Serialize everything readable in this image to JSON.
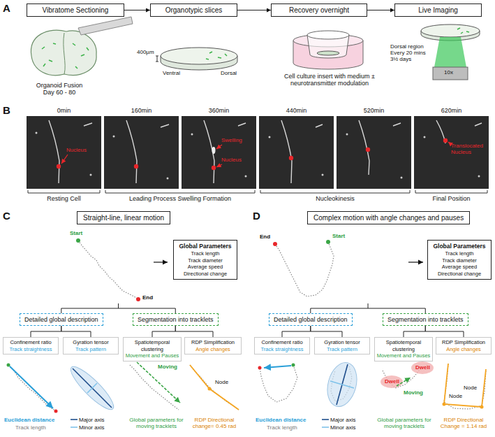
{
  "diagram": {
    "nodes": [
      {
        "text": [
          "Vibratome Sectioning"
        ]
      },
      {
        "text": [
          "Organotypic slices"
        ]
      },
      {
        "text": [
          "Recovery overnight"
        ]
      },
      {
        "text": [
          "Live Imaging"
        ]
      },
      {
        "text": [
          "Straight-line, linear motion"
        ]
      },
      {
        "text": [
          "Global Parameters",
          "Track length",
          "Track diameter",
          "Average speed",
          "Directional change"
        ]
      },
      {
        "text": [
          "Detailed global description"
        ]
      },
      {
        "text": [
          "Segmentation into tracklets"
        ]
      },
      {
        "text": [
          "Confinement ratio",
          "Track straightness"
        ]
      },
      {
        "text": [
          "Gyration tensor",
          "Track pattern"
        ]
      },
      {
        "text": [
          "Spatiotemporal clustering",
          "Movement and Pauses"
        ]
      },
      {
        "text": [
          "RDP Simplification",
          "Angle changes"
        ]
      },
      {
        "text": [
          "Complex motion with angle changes and pauses"
        ]
      },
      {
        "text": [
          "Global Parameters",
          "Track length",
          "Track diameter",
          "Average speed",
          "Directional change"
        ]
      },
      {
        "text": [
          "Detailed global description"
        ]
      },
      {
        "text": [
          "Segmentation into tracklets"
        ]
      },
      {
        "text": [
          "Confinement ratio",
          "Track straightness"
        ]
      },
      {
        "text": [
          "Gyration tensor",
          "Track pattern"
        ]
      },
      {
        "text": [
          "Spatiotemporal clustering",
          "Movement and Pauses"
        ]
      },
      {
        "text": [
          "RDP Simplification",
          "Angle changes"
        ]
      }
    ],
    "edges": [
      {
        "from": 0,
        "to": 1,
        "arrow": "to"
      },
      {
        "from": 1,
        "to": 2,
        "arrow": "to"
      },
      {
        "from": 2,
        "to": 3,
        "arrow": "to"
      },
      {
        "from": 6,
        "to": 8,
        "arrow": "none"
      },
      {
        "from": 6,
        "to": 9,
        "arrow": "none"
      },
      {
        "from": 7,
        "to": 10,
        "arrow": "none"
      },
      {
        "from": 7,
        "to": 11,
        "arrow": "none"
      },
      {
        "from": 14,
        "to": 16,
        "arrow": "none"
      },
      {
        "from": 14,
        "to": 17,
        "arrow": "none"
      },
      {
        "from": 15,
        "to": 18,
        "arrow": "none"
      },
      {
        "from": 15,
        "to": 19,
        "arrow": "none"
      }
    ],
    "labels": [
      "A",
      "Organoid Fusion Day 60 - 80",
      "400µm",
      "Ventral",
      "Dorsal",
      "Cell culture insert with medium ± neurotransmitter modulation",
      "Dorsal region Every 20 mins 3½ days",
      "10x",
      "B",
      "0min",
      "160min",
      "360min",
      "440min",
      "520min",
      "620min",
      "Nucleus",
      "Swelling",
      "Nucleus",
      "Translocated Nucleus",
      "Resting Cell",
      "Leading Process Swelling Formation",
      "Nucleokinesis",
      "Final Position",
      "C",
      "Start",
      "End",
      "Euclidean distance",
      "Track length",
      "Major axis",
      "Minor axis",
      "Moving",
      "Global parameters for moving tracklets",
      "Node",
      "RDP Directional change= 0.45 rad",
      "D",
      "End",
      "Start",
      "Euclidean distance",
      "Track length",
      "Major axis",
      "Minor axis",
      "Dwell",
      "Dwell",
      "Moving",
      "Global parameters for moving tracklets",
      "Node",
      "Node",
      "RDP Directional Change = 1.14 rad"
    ]
  }
}
